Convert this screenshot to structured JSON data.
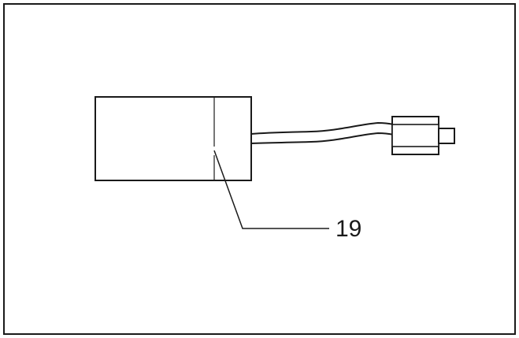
{
  "diagram": {
    "callout_label": "19",
    "line_color": "#1a1a1a",
    "background_color": "#ffffff",
    "components": {
      "module": "module-box",
      "cable": "cable",
      "connector": "connector-plug"
    }
  }
}
